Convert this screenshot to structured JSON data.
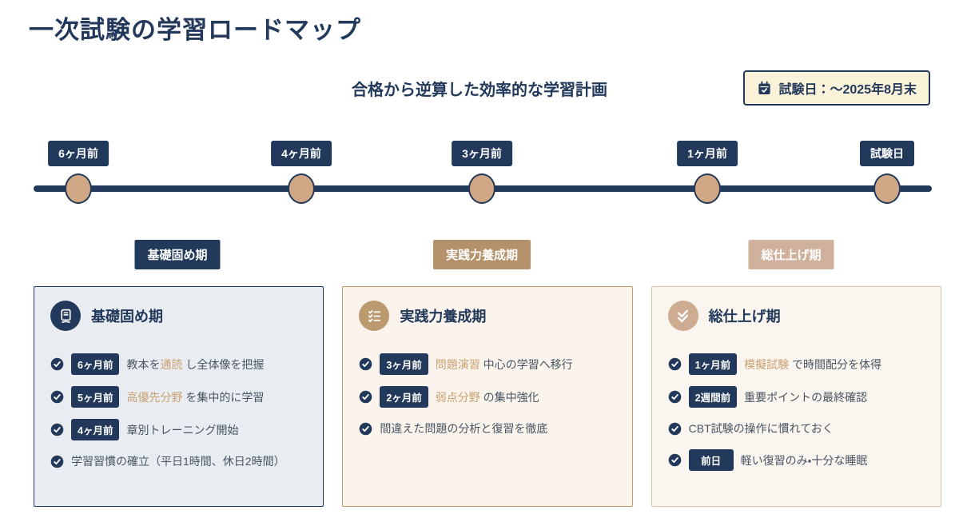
{
  "page": {
    "title": "一次試験の学習ロードマップ",
    "subtitle": "合格から逆算した効率的な学習計画"
  },
  "exam_badge": {
    "icon": "calendar-check-icon",
    "label": "試験日：〜2025年8月末"
  },
  "timeline": {
    "milestones": [
      {
        "label": "6ヶ月前"
      },
      {
        "label": "4ヶ月前"
      },
      {
        "label": "3ヶ月前"
      },
      {
        "label": "1ヶ月前"
      },
      {
        "label": "試験日"
      }
    ]
  },
  "phase_tags": [
    {
      "label": "基礎固め期",
      "bg": "#22395b"
    },
    {
      "label": "実践力養成期",
      "bg": "#b5916a"
    },
    {
      "label": "総仕上げ期",
      "bg": "#cfb19e"
    }
  ],
  "cards": [
    {
      "title": "基礎固め期",
      "icon": "book-icon",
      "icon_bg": "#22395b",
      "bg": "#e9ecf1",
      "border": "#22395b",
      "items": [
        {
          "badge": "6ヶ月前",
          "segments": [
            {
              "text": "教本を"
            },
            {
              "text": "通読",
              "highlight": true
            },
            {
              "text": " し全体像を把握"
            }
          ]
        },
        {
          "badge": "5ヶ月前",
          "segments": [
            {
              "text": "高優先分野",
              "highlight": true
            },
            {
              "text": " を集中的に学習"
            }
          ]
        },
        {
          "badge": "4ヶ月前",
          "segments": [
            {
              "text": "章別トレーニング開始"
            }
          ]
        },
        {
          "badge": null,
          "segments": [
            {
              "text": "学習習慣の確立（平日1時間、休日2時間）"
            }
          ]
        }
      ]
    },
    {
      "title": "実践力養成期",
      "icon": "checklist-icon",
      "icon_bg": "#bb9a70",
      "bg": "#faf4ec",
      "border": "#c09d76",
      "items": [
        {
          "badge": "3ヶ月前",
          "segments": [
            {
              "text": "問題演習",
              "highlight": true
            },
            {
              "text": " 中心の学習へ移行"
            }
          ]
        },
        {
          "badge": "2ヶ月前",
          "segments": [
            {
              "text": "弱点分野",
              "highlight": true
            },
            {
              "text": " の集中強化"
            }
          ]
        },
        {
          "badge": null,
          "segments": [
            {
              "text": "間違えた問題の分析と復習を徹底"
            }
          ]
        }
      ]
    },
    {
      "title": "総仕上げ期",
      "icon": "double-check-icon",
      "icon_bg": "#cdac92",
      "bg": "#faf5ee",
      "border": "#d5bfae",
      "items": [
        {
          "badge": "1ヶ月前",
          "segments": [
            {
              "text": "模擬試験",
              "highlight": true
            },
            {
              "text": " で時間配分を体得"
            }
          ]
        },
        {
          "badge": "2週間前",
          "segments": [
            {
              "text": "重要ポイントの最終確認"
            }
          ]
        },
        {
          "badge": null,
          "segments": [
            {
              "text": "CBT試験の操作に慣れておく"
            }
          ]
        },
        {
          "badge": "前日",
          "segments": [
            {
              "text": "軽い復習のみ・十分な睡眠"
            }
          ]
        }
      ]
    }
  ],
  "colors": {
    "page_bg": "#ffffff",
    "navy": "#22395b",
    "timeline_dot": "#d0a885",
    "highlight": "#c9a170",
    "item_text": "#475463",
    "exam_badge_bg": "#fbf3d9"
  }
}
